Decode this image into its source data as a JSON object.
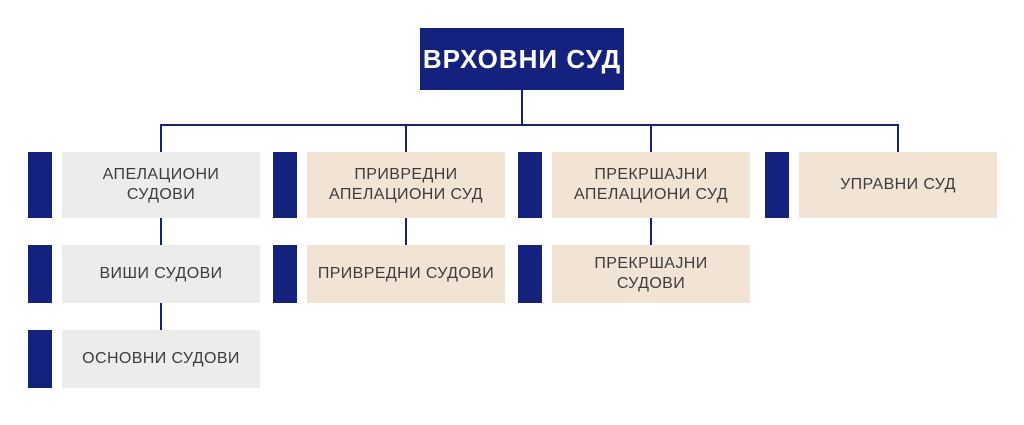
{
  "chart_title": "",
  "root": {
    "label": "ВРХОВНИ СУД"
  },
  "columns": [
    {
      "nodes": [
        {
          "label": "АПЕЛАЦИОНИ СУДОВИ",
          "style": "gray"
        },
        {
          "label": "ВИШИ СУДОВИ",
          "style": "gray"
        },
        {
          "label": "ОСНОВНИ СУДОВИ",
          "style": "gray"
        }
      ]
    },
    {
      "nodes": [
        {
          "label": "ПРИВРЕДНИ АПЕЛАЦИОНИ СУД",
          "style": "beige"
        },
        {
          "label": "ПРИВРЕДНИ СУДОВИ",
          "style": "beige"
        }
      ]
    },
    {
      "nodes": [
        {
          "label": "ПРЕКРШАЈНИ АПЕЛАЦИОНИ СУД",
          "style": "beige"
        },
        {
          "label": "ПРЕКРШАЈНИ СУДОВИ",
          "style": "beige"
        }
      ]
    },
    {
      "nodes": [
        {
          "label": "УПРАВНИ СУД",
          "style": "beige"
        }
      ]
    }
  ],
  "colors": {
    "navy": "#14227e",
    "gray_box": "#ececec",
    "beige_box": "#f2e4d4",
    "box_text": "#3c3c3c",
    "root_text": "#ffffff",
    "connector": "#14227e",
    "background": "#ffffff"
  }
}
